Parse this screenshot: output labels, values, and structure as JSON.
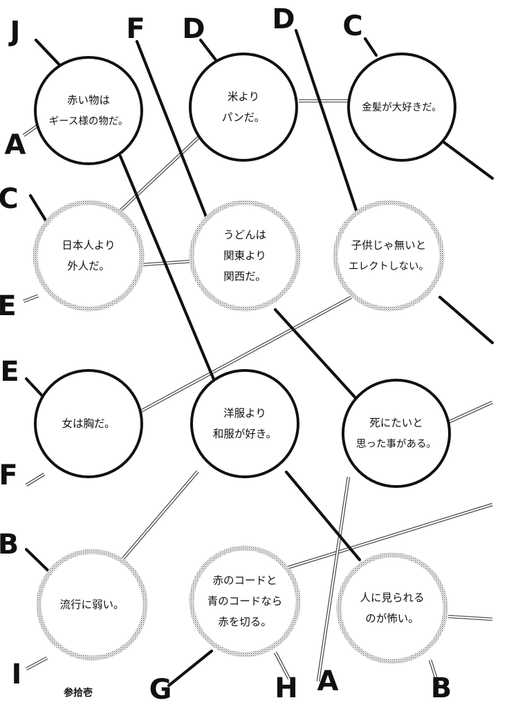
{
  "page_number": "参拾壱",
  "nodes": [
    {
      "id": "n1",
      "style": "solid",
      "lines": [
        "赤い物は",
        "ギース様の物だ。"
      ]
    },
    {
      "id": "n2",
      "style": "solid",
      "lines": [
        "米より",
        "パンだ。"
      ]
    },
    {
      "id": "n3",
      "style": "solid",
      "lines": [
        "金髪が大好きだ。"
      ]
    },
    {
      "id": "n4",
      "style": "gray",
      "lines": [
        "日本人より",
        "外人だ。"
      ]
    },
    {
      "id": "n5",
      "style": "gray",
      "lines": [
        "うどんは",
        "関東より",
        "関西だ。"
      ]
    },
    {
      "id": "n6",
      "style": "gray",
      "lines": [
        "子供じゃ無いと",
        "エレクトしない。"
      ]
    },
    {
      "id": "n7",
      "style": "solid",
      "lines": [
        "女は胸だ。"
      ]
    },
    {
      "id": "n8",
      "style": "solid",
      "lines": [
        "洋服より",
        "和服が好き。"
      ]
    },
    {
      "id": "n9",
      "style": "solid",
      "lines": [
        "死にたいと",
        "思った事がある。"
      ]
    },
    {
      "id": "n10",
      "style": "gray",
      "lines": [
        "流行に弱い。"
      ]
    },
    {
      "id": "n11",
      "style": "gray",
      "lines": [
        "赤のコードと",
        "青のコードなら",
        "赤を切る。"
      ]
    },
    {
      "id": "n12",
      "style": "gray",
      "lines": [
        "人に見られる",
        "のが怖い。"
      ]
    }
  ],
  "letters": [
    {
      "id": "L1",
      "text": "J"
    },
    {
      "id": "L2",
      "text": "F"
    },
    {
      "id": "L3",
      "text": "D"
    },
    {
      "id": "L4",
      "text": "D"
    },
    {
      "id": "L5",
      "text": "C"
    },
    {
      "id": "L6",
      "text": "A"
    },
    {
      "id": "L7",
      "text": "C"
    },
    {
      "id": "L8",
      "text": "E"
    },
    {
      "id": "L9",
      "text": "E"
    },
    {
      "id": "L10",
      "text": "F"
    },
    {
      "id": "L11",
      "text": "B"
    },
    {
      "id": "L12",
      "text": "I"
    },
    {
      "id": "L13",
      "text": "G"
    },
    {
      "id": "L14",
      "text": "H"
    },
    {
      "id": "L15",
      "text": "A"
    },
    {
      "id": "L16",
      "text": "B"
    }
  ]
}
